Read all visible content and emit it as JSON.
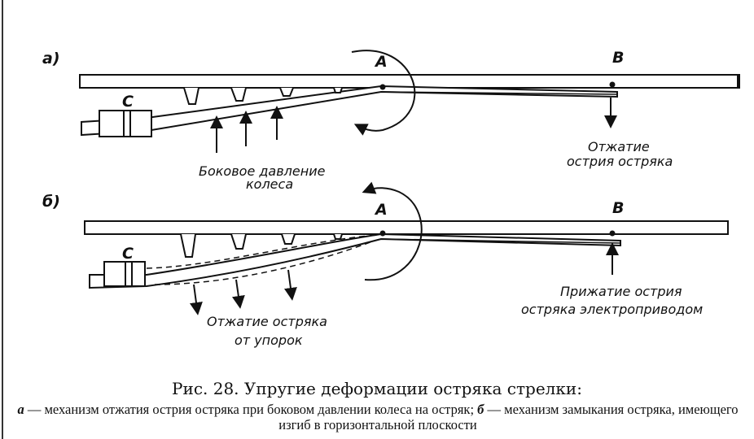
{
  "panel_a": {
    "tag": "а)",
    "point_a": "A",
    "point_b": "B",
    "point_c": "C",
    "pressure_label": [
      "Боковое давление",
      "колеса"
    ],
    "result_label": [
      "Отжатие",
      "острия остряка"
    ]
  },
  "panel_b": {
    "tag": "б)",
    "point_a": "A",
    "point_b": "B",
    "point_c": "C",
    "pressure_label": [
      "Отжатие остряка",
      "от упорок"
    ],
    "result_label": [
      "Прижатие острия",
      "остряка электроприводом"
    ]
  },
  "caption": {
    "title": "Рис. 28. Упругие деформации остряка стрелки:",
    "part_a_mark": "а",
    "part_a_text": " — механизм отжатия острия остряка при боковом давлении колеса на остряк; ",
    "part_b_mark": "б",
    "part_b_text": " — механизм замыкания остряка, имеющего изгиб в горизонтальной плоскости"
  }
}
